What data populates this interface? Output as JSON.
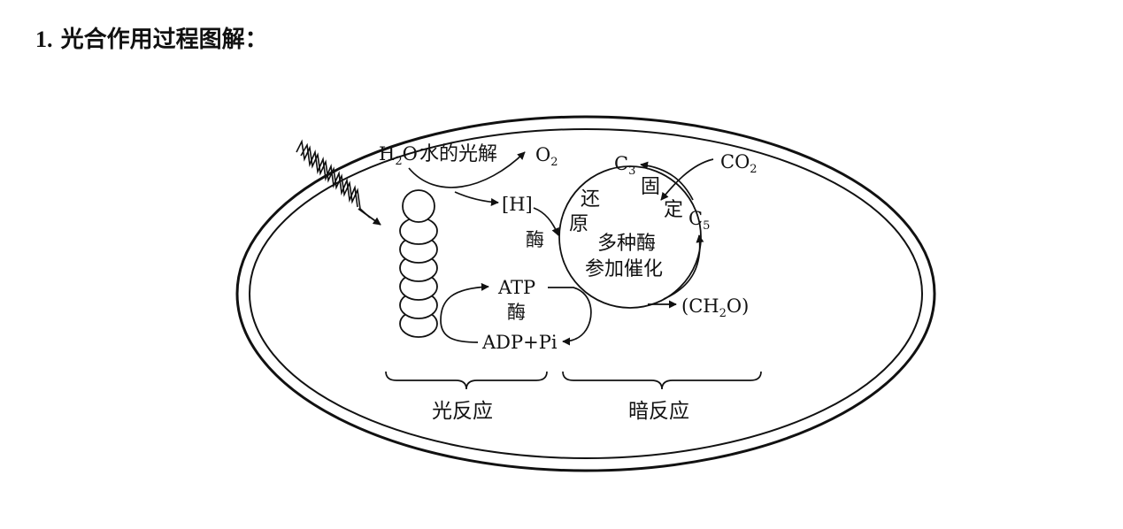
{
  "heading": {
    "number": "1.",
    "title": "光合作用过程图解："
  },
  "diagram": {
    "h2o": "H",
    "h2o_sub": "2",
    "h2o_o": "O",
    "water_photolysis": "水的光解",
    "o2": "O",
    "o2_sub": "2",
    "h_label": "[H]",
    "enzyme_light": "酶",
    "atp": "ATP",
    "enzyme_atp": "酶",
    "adp_pi": "ADP+Pi",
    "c3": "C",
    "c3_sub": "3",
    "co2": "CO",
    "co2_sub": "2",
    "c5": "C",
    "c5_sub": "5",
    "reduction_1": "还",
    "reduction_2": "原",
    "fixation_1": "固",
    "fixation_2": "定",
    "enzymes_1": "多种酶",
    "enzymes_2": "参加催化",
    "ch2o_open": "(CH",
    "ch2o_sub": "2",
    "ch2o_close": "O)",
    "light_reaction": "光反应",
    "dark_reaction": "暗反应"
  }
}
